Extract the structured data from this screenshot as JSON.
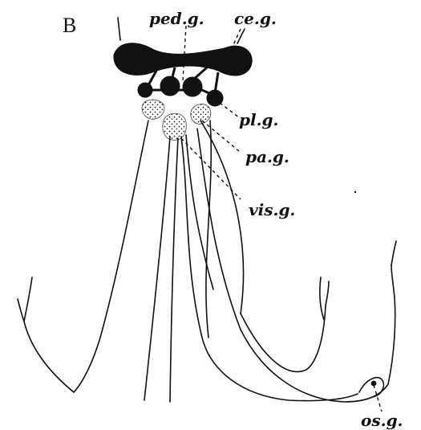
{
  "figure": {
    "panel_letter": "B",
    "labels": {
      "pedal": "ped.g.",
      "cerebral": "ce.g.",
      "pleural": "pl.g.",
      "parietal": "pa.g.",
      "visceral": "vis.g.",
      "osphradial": "os.g."
    },
    "colors": {
      "ink": "#111111",
      "paper": "#ffffff"
    }
  }
}
